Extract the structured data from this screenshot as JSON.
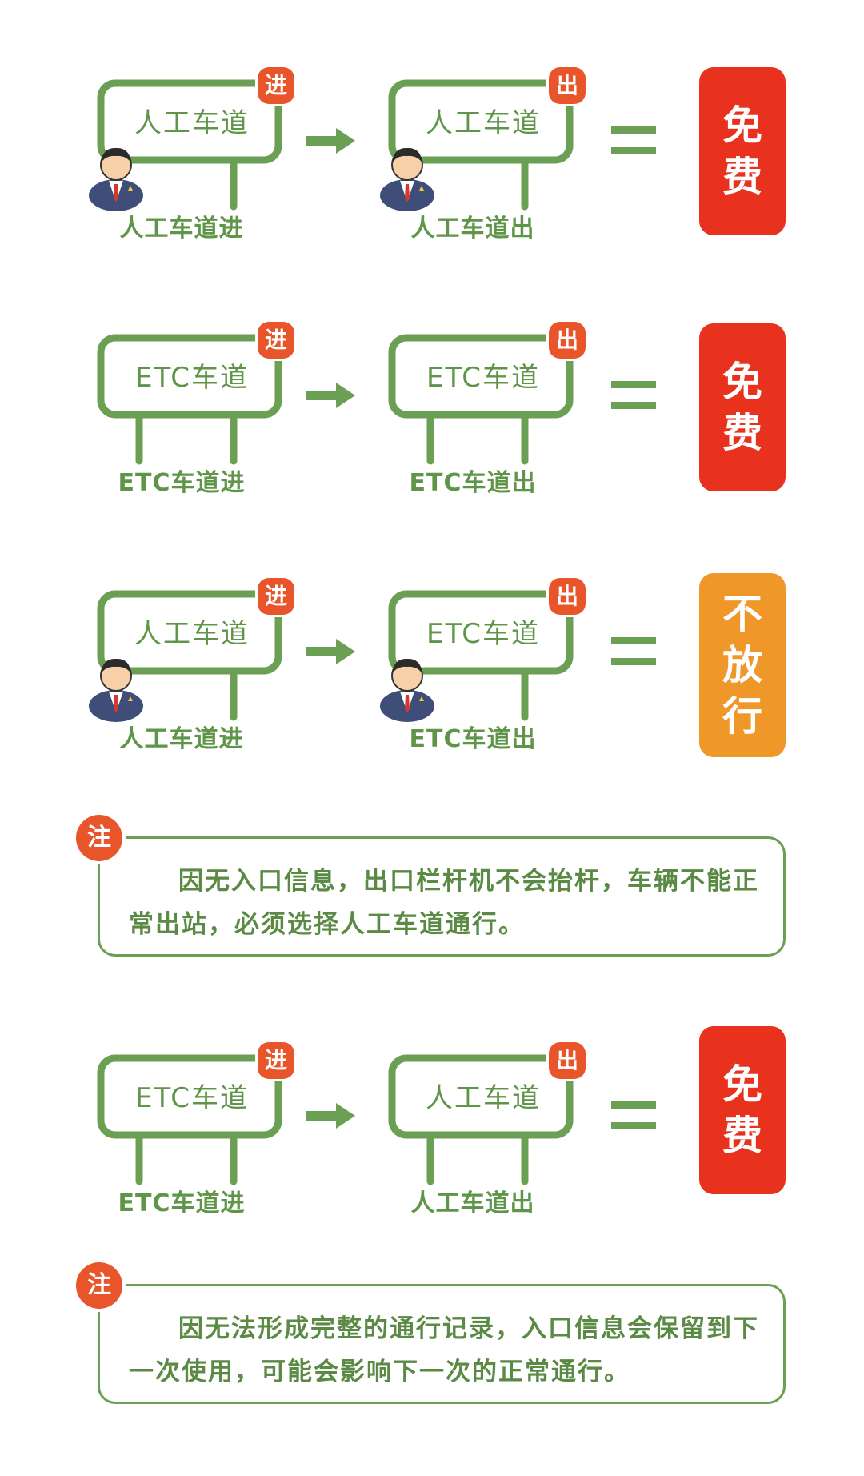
{
  "rows": [
    {
      "entry": {
        "board": "人工车道",
        "badge": "进",
        "label": "人工车道进",
        "type": "manual"
      },
      "exit": {
        "board": "人工车道",
        "badge": "出",
        "label": "人工车道出",
        "type": "manual"
      },
      "result": [
        "免",
        "费"
      ],
      "result_color": "#e8321e"
    },
    {
      "entry": {
        "board": "ETC车道",
        "badge": "进",
        "label": "ETC车道进",
        "type": "etc"
      },
      "exit": {
        "board": "ETC车道",
        "badge": "出",
        "label": "ETC车道出",
        "type": "etc"
      },
      "result": [
        "免",
        "费"
      ],
      "result_color": "#e8321e"
    },
    {
      "entry": {
        "board": "人工车道",
        "badge": "进",
        "label": "人工车道进",
        "type": "manual"
      },
      "exit": {
        "board": "ETC车道",
        "badge": "出",
        "label": "ETC车道出",
        "type": "manual"
      },
      "result": [
        "不",
        "放",
        "行"
      ],
      "result_color": "#f0972a"
    },
    {
      "entry": {
        "board": "ETC车道",
        "badge": "进",
        "label": "ETC车道进",
        "type": "etc"
      },
      "exit": {
        "board": "人工车道",
        "badge": "出",
        "label": "人工车道出",
        "type": "etc"
      },
      "result": [
        "免",
        "费"
      ],
      "result_color": "#e8321e"
    }
  ],
  "notes": [
    {
      "badge": "注",
      "text": "因无入口信息，出口栏杆机不会抬杆，车辆不能正常出站，必须选择人工车道通行。"
    },
    {
      "badge": "注",
      "text": "因无法形成完整的通行记录，入口信息会保留到下一次使用，可能会影响下一次的正常通行。"
    }
  ],
  "colors": {
    "green": "#6a9f54",
    "orange": "#e8552b",
    "red": "#e8321e",
    "amber": "#f0972a"
  },
  "icons": {
    "arrow": "right-arrow-icon",
    "equals": "equals-icon",
    "person": "toll-collector-icon"
  }
}
